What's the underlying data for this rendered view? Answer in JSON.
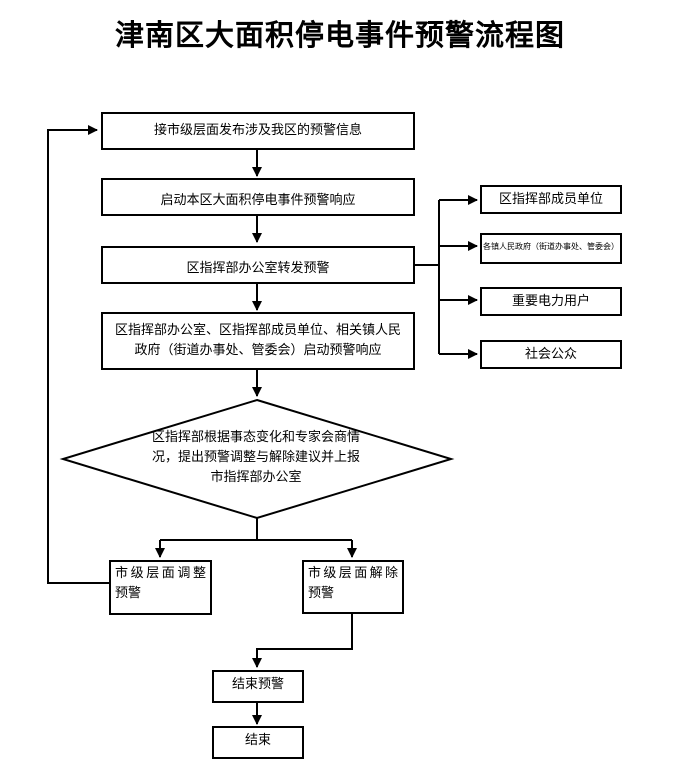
{
  "title": "津南区大面积停电事件预警流程图",
  "nodes": {
    "step1": "接市级层面发布涉及我区的预警信息",
    "step2": "启动本区大面积停电事件预警响应",
    "step3": "区指挥部办公室转发预警",
    "step4": "区指挥部办公室、区指挥部成员单位、相关镇人民政府（街道办事处、管委会）启动预警响应",
    "decision": "区指挥部根据事态变化和专家会商情况，提出预警调整与解除建议并上报市指挥部办公室",
    "adjust_line1": "市级层面调整",
    "adjust_line2": "预警",
    "release_line1": "市级层面解除",
    "release_line2": "预警",
    "end_warning": "结束预警",
    "end": "结束"
  },
  "recipients": [
    "区指挥部成员单位",
    "各镇人民政府（街道办事处、管委会）",
    "重要电力用户",
    "社会公众"
  ]
}
